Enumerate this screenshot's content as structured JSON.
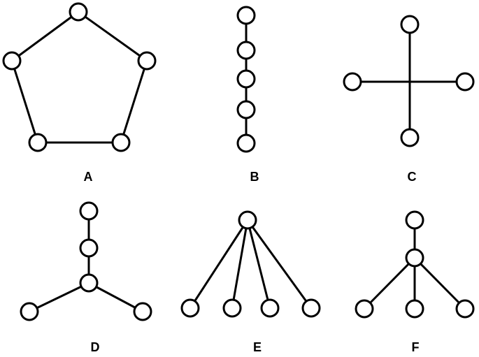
{
  "graphs": [
    {
      "id": "A",
      "label": "A",
      "shape": "cycle",
      "nodes": 5,
      "edges": 5
    },
    {
      "id": "B",
      "label": "B",
      "shape": "path",
      "nodes": 5,
      "edges": 4
    },
    {
      "id": "C",
      "label": "C",
      "shape": "cross",
      "nodes": 4,
      "edges": 2
    },
    {
      "id": "D",
      "label": "D",
      "shape": "spider",
      "nodes": 5,
      "edges": 4
    },
    {
      "id": "E",
      "label": "E",
      "shape": "star",
      "nodes": 5,
      "edges": 4
    },
    {
      "id": "F",
      "label": "F",
      "shape": "spider",
      "nodes": 5,
      "edges": 4
    }
  ],
  "colors": {
    "stroke": "#000000",
    "node_fill": "#ffffff",
    "background": "#ffffff"
  }
}
